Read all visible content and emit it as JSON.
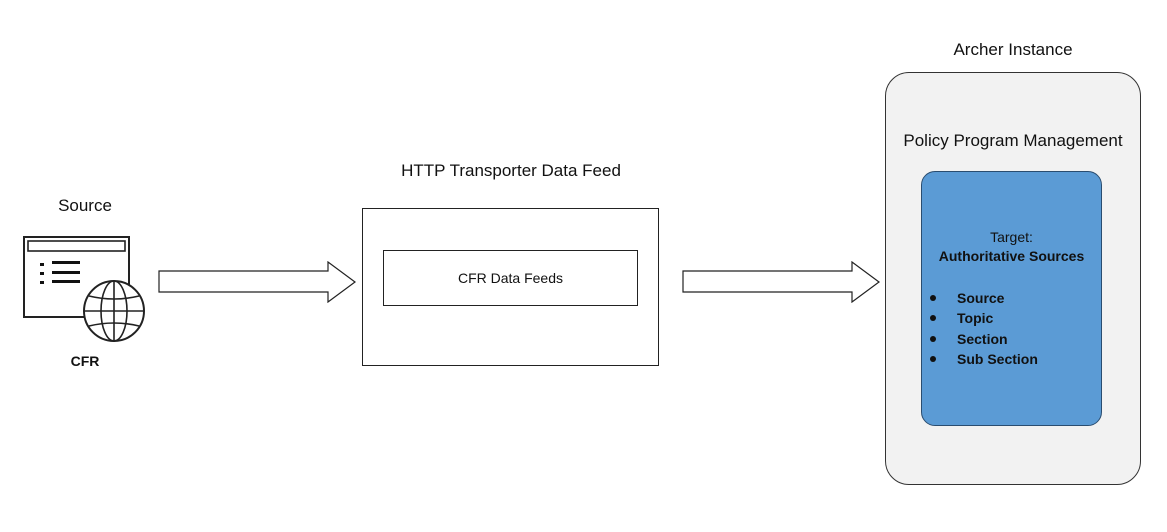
{
  "source": {
    "title": "Source",
    "caption": "CFR",
    "icon": "web-document-globe-icon"
  },
  "transporter": {
    "title": "HTTP Transporter Data Feed",
    "inner_label": "CFR Data Feeds"
  },
  "archer": {
    "title": "Archer Instance",
    "application": "Policy Program Management",
    "target_label": "Target:",
    "target_value": "Authoritative Sources",
    "fields": [
      "Source",
      "Topic",
      "Section",
      "Sub Section"
    ]
  },
  "arrows": [
    "right-arrow-icon",
    "right-arrow-icon"
  ],
  "colors": {
    "target_fill": "#5b9bd5",
    "archer_fill": "#f2f2f2",
    "stroke": "#222222"
  }
}
